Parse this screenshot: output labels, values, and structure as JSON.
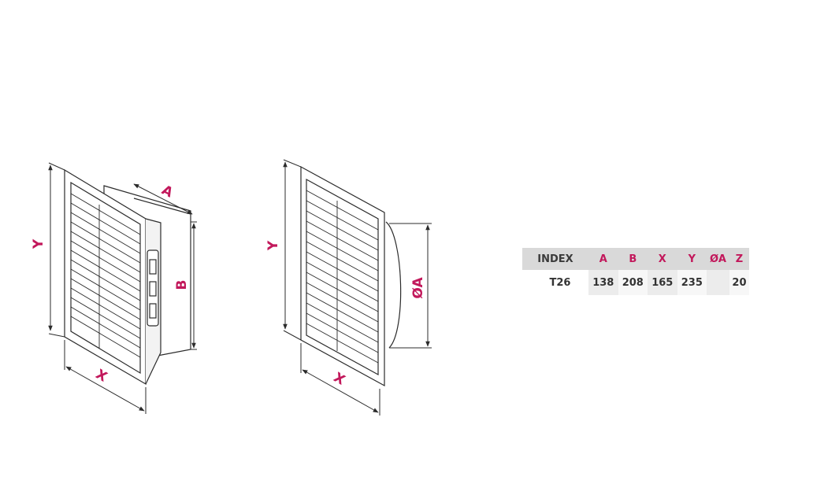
{
  "labels": {
    "left": {
      "y": "Y",
      "a": "A",
      "b": "B",
      "x": "X"
    },
    "right": {
      "y": "Y",
      "dia_a": "ØA",
      "x": "X"
    }
  },
  "table": {
    "headers": [
      "INDEX",
      "A",
      "B",
      "X",
      "Y",
      "ØA",
      "Z"
    ],
    "rows": [
      [
        "T26",
        "138",
        "208",
        "165",
        "235",
        "",
        "20"
      ]
    ]
  },
  "colors": {
    "accent": "#c2185b",
    "line": "#2b2b2b",
    "table_header_bg": "#d9d9d9"
  }
}
